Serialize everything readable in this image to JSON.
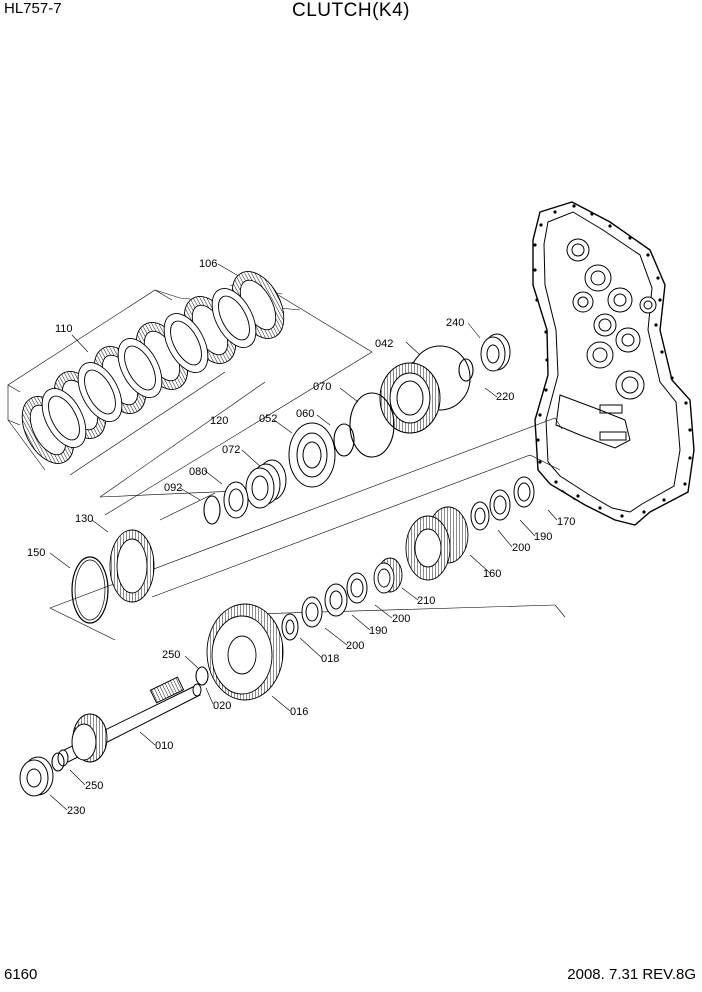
{
  "header": {
    "model": "HL757-7",
    "title": "CLUTCH(K4)"
  },
  "footer": {
    "page_number": "6160",
    "revision": "2008. 7.31  REV.8G"
  },
  "part_labels": [
    "106",
    "110",
    "042",
    "240",
    "070",
    "060",
    "052",
    "120",
    "072",
    "220",
    "080",
    "092",
    "130",
    "150",
    "170",
    "190",
    "200",
    "160",
    "210",
    "200",
    "190",
    "200",
    "018",
    "250",
    "020",
    "016",
    "010",
    "250",
    "230"
  ]
}
